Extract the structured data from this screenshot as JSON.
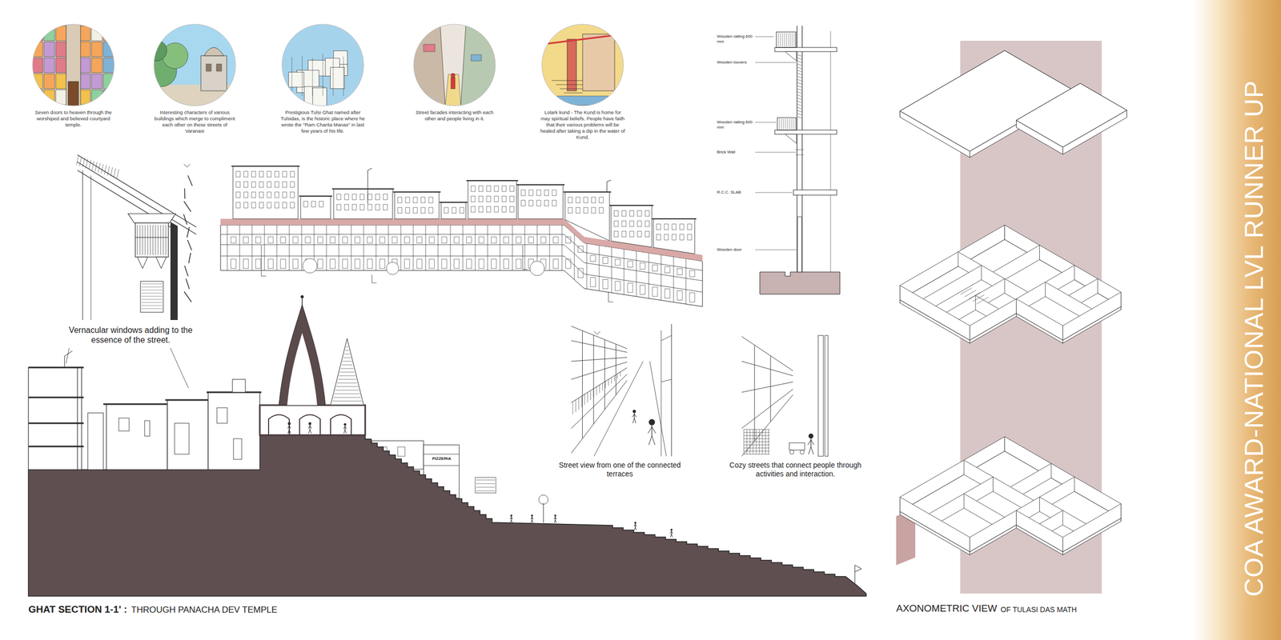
{
  "diagram": {
    "title": "COA AWARD-NATIONAL LVL RUNNER UP",
    "nodes": [
      {
        "text": [
          "Seven doors to heaven through the worshiped and believed courtyard temple."
        ]
      },
      {
        "text": [
          "Interesting characters of various buildings which merge to compliment each other on these streets of Varanasi"
        ]
      },
      {
        "text": [
          "Prestigious Tulsi Ghat named after Tulsidas, is the historic place where he wrote the \"Ram Charita Manas\" in last few years of his life."
        ]
      },
      {
        "text": [
          "Street facades interacting with each other and people living in it."
        ]
      },
      {
        "text": [
          "Lolark kund - The Kund is home for may spiritual beliefs. People have faith that their various problems will be healed after taking a dip in the water of Kund."
        ]
      }
    ],
    "labels": [
      "Wooden railing 600 mm",
      "Wooden louvers",
      "Wooden railing 600 mm",
      "Brick Wall",
      "R.C.C. SLAB",
      "Wooden door",
      "Vernacular windows adding to the essence of the street.",
      "Street view from one of the connected terraces",
      "Cozy streets that connect people through activities and interaction.",
      "PIZZERIA",
      "GHAT SECTION 1-1' :",
      "THROUGH PANACHA DEV TEMPLE",
      "AXONOMETRIC VIEW",
      "OF TULASI DAS MATH"
    ]
  }
}
